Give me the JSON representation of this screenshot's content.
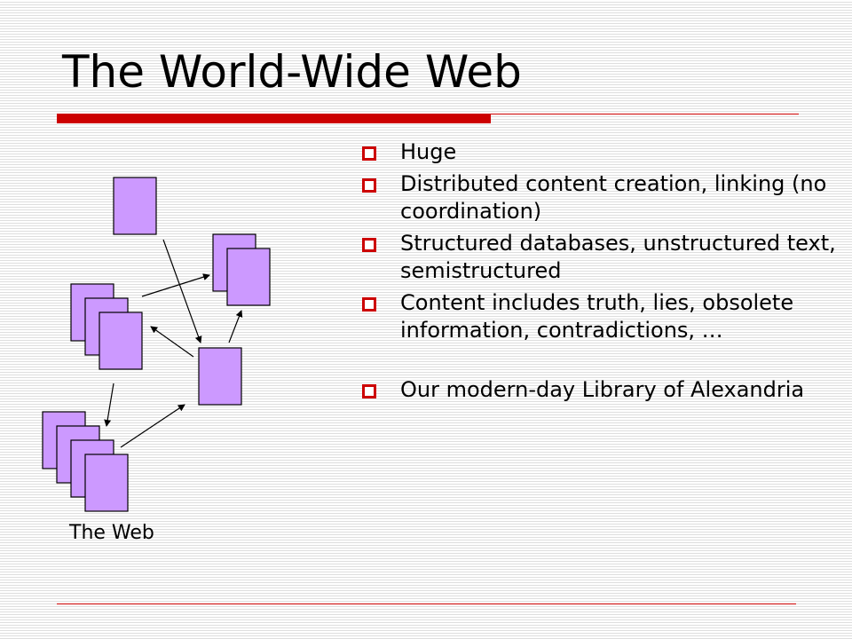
{
  "slide": {
    "title": "The World-Wide Web",
    "accent_color": "#cc0000",
    "doc_color": "#cc99ff"
  },
  "bullets": [
    {
      "text": "Huge"
    },
    {
      "text": "Distributed content creation, linking (no coordination)"
    },
    {
      "text": "Structured databases, unstructured text, semistructured"
    },
    {
      "text": "Content includes truth, lies, obsolete information, contradictions, …"
    },
    {
      "text": "Our modern-day Library of Alexandria"
    }
  ],
  "diagram": {
    "caption": "The Web"
  }
}
